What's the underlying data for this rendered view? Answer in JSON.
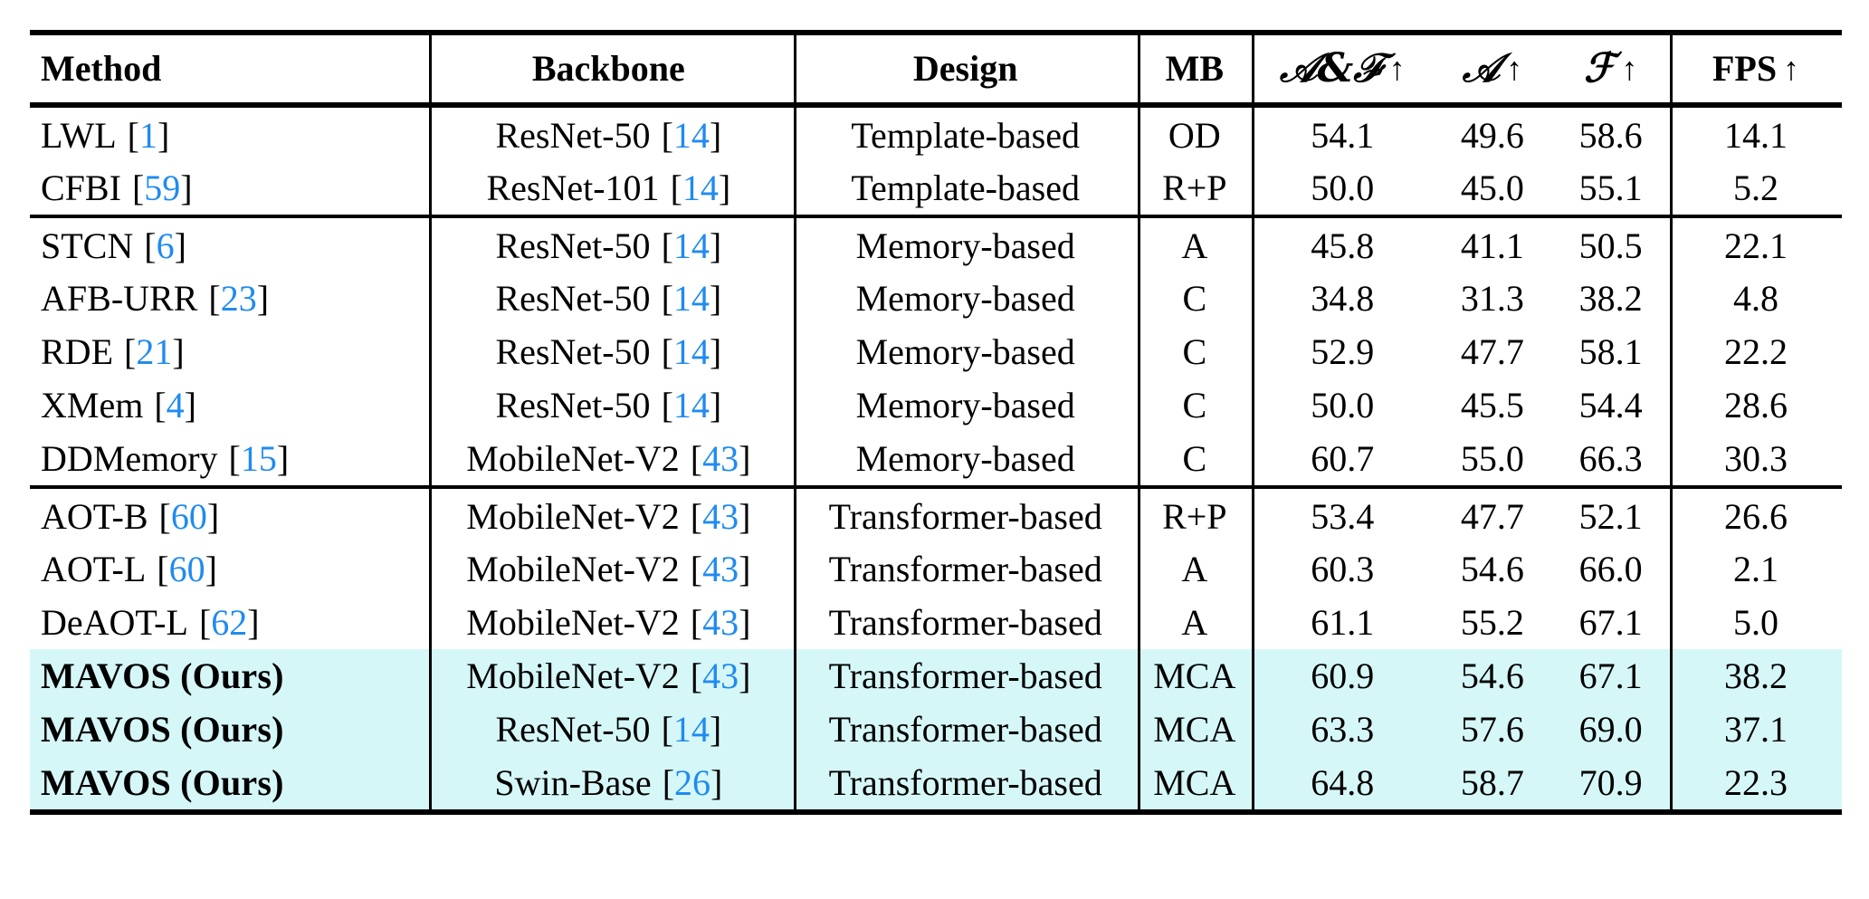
{
  "table": {
    "columns": [
      {
        "key": "method",
        "label": "Method",
        "align": "left"
      },
      {
        "key": "backbone",
        "label": "Backbone",
        "align": "center"
      },
      {
        "key": "design",
        "label": "Design",
        "align": "center"
      },
      {
        "key": "mb",
        "label": "MB",
        "align": "center"
      },
      {
        "key": "jf",
        "label": "J&F",
        "symbol": "𝒜&ℱ",
        "arrow": "↑",
        "align": "center"
      },
      {
        "key": "j",
        "label": "J",
        "symbol": "𝒜",
        "arrow": "↑",
        "align": "center"
      },
      {
        "key": "f",
        "label": "F",
        "symbol": "ℱ",
        "arrow": "↑",
        "align": "center"
      },
      {
        "key": "fps",
        "label": "FPS",
        "arrow": "↑",
        "align": "center"
      }
    ],
    "colors": {
      "citation": "#1f8bf0",
      "highlight_row": "#d6f7f8",
      "rule": "#000000",
      "text": "#000000"
    },
    "groups": [
      {
        "name": "template-based",
        "rows": [
          {
            "method": "LWL",
            "method_cite": "1",
            "backbone": "ResNet-50",
            "backbone_cite": "14",
            "design": "Template-based",
            "mb": "OD",
            "jf": "54.1",
            "j": "49.6",
            "f": "58.6",
            "fps": "14.1",
            "highlight": false,
            "bold_method": false
          },
          {
            "method": "CFBI",
            "method_cite": "59",
            "backbone": "ResNet-101",
            "backbone_cite": "14",
            "design": "Template-based",
            "mb": "R+P",
            "jf": "50.0",
            "j": "45.0",
            "f": "55.1",
            "fps": "5.2",
            "highlight": false,
            "bold_method": false
          }
        ]
      },
      {
        "name": "memory-based",
        "rows": [
          {
            "method": "STCN",
            "method_cite": "6",
            "backbone": "ResNet-50",
            "backbone_cite": "14",
            "design": "Memory-based",
            "mb": "A",
            "jf": "45.8",
            "j": "41.1",
            "f": "50.5",
            "fps": "22.1",
            "highlight": false,
            "bold_method": false
          },
          {
            "method": "AFB-URR",
            "method_cite": "23",
            "backbone": "ResNet-50",
            "backbone_cite": "14",
            "design": "Memory-based",
            "mb": "C",
            "jf": "34.8",
            "j": "31.3",
            "f": "38.2",
            "fps": "4.8",
            "highlight": false,
            "bold_method": false
          },
          {
            "method": "RDE",
            "method_cite": "21",
            "backbone": "ResNet-50",
            "backbone_cite": "14",
            "design": "Memory-based",
            "mb": "C",
            "jf": "52.9",
            "j": "47.7",
            "f": "58.1",
            "fps": "22.2",
            "highlight": false,
            "bold_method": false
          },
          {
            "method": "XMem",
            "method_cite": "4",
            "backbone": "ResNet-50",
            "backbone_cite": "14",
            "design": "Memory-based",
            "mb": "C",
            "jf": "50.0",
            "j": "45.5",
            "f": "54.4",
            "fps": "28.6",
            "highlight": false,
            "bold_method": false
          },
          {
            "method": "DDMemory",
            "method_cite": "15",
            "backbone": "MobileNet-V2",
            "backbone_cite": "43",
            "design": "Memory-based",
            "mb": "C",
            "jf": "60.7",
            "j": "55.0",
            "f": "66.3",
            "fps": "30.3",
            "highlight": false,
            "bold_method": false
          }
        ]
      },
      {
        "name": "transformer-based",
        "rows": [
          {
            "method": "AOT-B",
            "method_cite": "60",
            "backbone": "MobileNet-V2",
            "backbone_cite": "43",
            "design": "Transformer-based",
            "mb": "R+P",
            "jf": "53.4",
            "j": "47.7",
            "f": "52.1",
            "fps": "26.6",
            "highlight": false,
            "bold_method": false
          },
          {
            "method": "AOT-L",
            "method_cite": "60",
            "backbone": "MobileNet-V2",
            "backbone_cite": "43",
            "design": "Transformer-based",
            "mb": "A",
            "jf": "60.3",
            "j": "54.6",
            "f": "66.0",
            "fps": "2.1",
            "highlight": false,
            "bold_method": false
          },
          {
            "method": "DeAOT-L",
            "method_cite": "62",
            "backbone": "MobileNet-V2",
            "backbone_cite": "43",
            "design": "Transformer-based",
            "mb": "A",
            "jf": "61.1",
            "j": "55.2",
            "f": "67.1",
            "fps": "5.0",
            "highlight": false,
            "bold_method": false
          },
          {
            "method": "MAVOS (Ours)",
            "method_cite": null,
            "backbone": "MobileNet-V2",
            "backbone_cite": "43",
            "design": "Transformer-based",
            "mb": "MCA",
            "jf": "60.9",
            "j": "54.6",
            "f": "67.1",
            "fps": "38.2",
            "highlight": true,
            "bold_method": true
          },
          {
            "method": "MAVOS (Ours)",
            "method_cite": null,
            "backbone": "ResNet-50",
            "backbone_cite": "14",
            "design": "Transformer-based",
            "mb": "MCA",
            "jf": "63.3",
            "j": "57.6",
            "f": "69.0",
            "fps": "37.1",
            "highlight": true,
            "bold_method": true
          },
          {
            "method": "MAVOS (Ours)",
            "method_cite": null,
            "backbone": "Swin-Base",
            "backbone_cite": "26",
            "design": "Transformer-based",
            "mb": "MCA",
            "jf": "64.8",
            "j": "58.7",
            "f": "70.9",
            "fps": "22.3",
            "highlight": true,
            "bold_method": true
          }
        ]
      }
    ]
  }
}
